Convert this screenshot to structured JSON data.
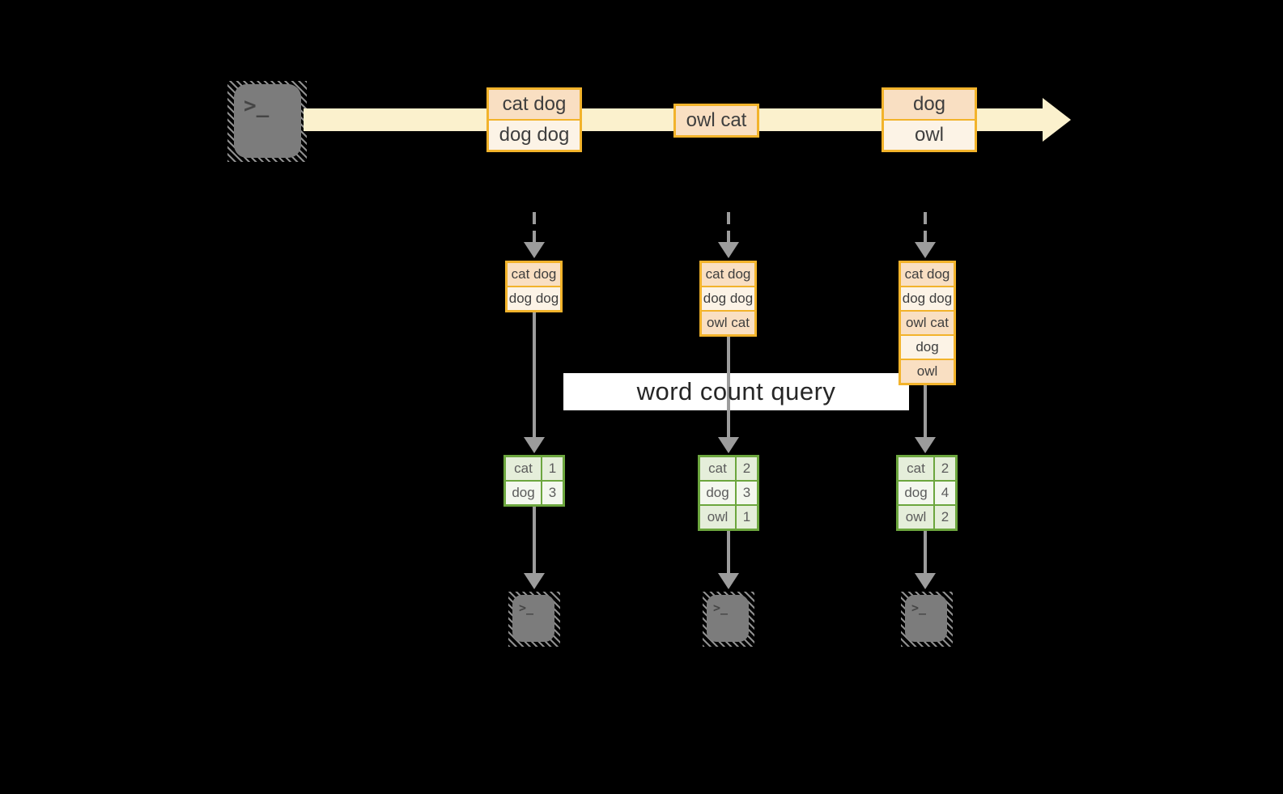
{
  "query": {
    "label": "word count query"
  },
  "source_terminal": {
    "glyph": ">_"
  },
  "sink_terminals": [
    {
      "glyph": ">_"
    },
    {
      "glyph": ">_"
    },
    {
      "glyph": ">_"
    }
  ],
  "stream": {
    "messages": [
      {
        "rows": [
          "cat dog",
          "dog dog"
        ]
      },
      {
        "rows": [
          "owl cat"
        ]
      },
      {
        "rows": [
          "dog",
          "owl"
        ]
      }
    ]
  },
  "partitions": [
    {
      "buffer_rows": [
        "cat dog",
        "dog dog"
      ],
      "count_table": {
        "rows": [
          {
            "word": "cat",
            "count": 1
          },
          {
            "word": "dog",
            "count": 3
          }
        ]
      }
    },
    {
      "buffer_rows": [
        "cat dog",
        "dog dog",
        "owl cat"
      ],
      "count_table": {
        "rows": [
          {
            "word": "cat",
            "count": 2
          },
          {
            "word": "dog",
            "count": 3
          },
          {
            "word": "owl",
            "count": 1
          }
        ]
      }
    },
    {
      "buffer_rows": [
        "cat dog",
        "dog dog",
        "owl cat",
        "dog",
        "owl"
      ],
      "count_table": {
        "rows": [
          {
            "word": "cat",
            "count": 2
          },
          {
            "word": "dog",
            "count": 4
          },
          {
            "word": "owl",
            "count": 2
          }
        ]
      }
    }
  ],
  "colors": {
    "background": "#000000",
    "stream_band": "#fbf1cd",
    "record_border": "#f2b32b",
    "record_fill_dark": "#f9dfc2",
    "record_fill_light": "#fcf3e6",
    "table_border": "#6ca63e",
    "table_cell_green": "#e5eeda",
    "table_cell_light": "#f3f7ee",
    "arrow_gray": "#9c9c9c",
    "terminal_gray": "#7c7c7c",
    "query_band": "#ffffff"
  }
}
